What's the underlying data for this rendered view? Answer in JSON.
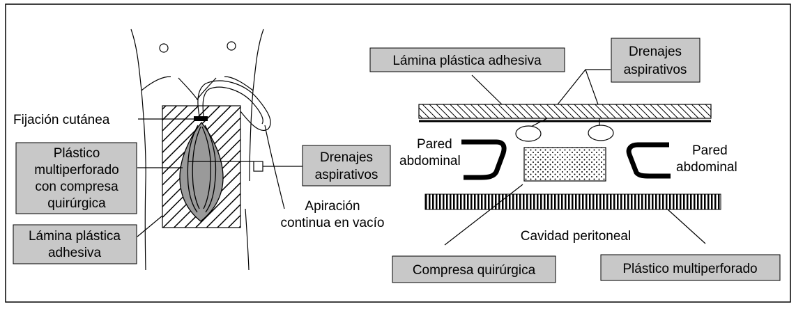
{
  "left": {
    "fijacion": "Fijación cutánea",
    "plastico_multi": [
      "Plástico",
      "multiperforado",
      "con compresa",
      "quirúrgica"
    ],
    "lamina": [
      "Lámina plástica",
      "adhesiva"
    ],
    "drenajes": [
      "Drenajes",
      "aspirativos"
    ],
    "apiracion": [
      "Apiración",
      "continua en vacío"
    ]
  },
  "right": {
    "lamina": "Lámina plástica adhesiva",
    "drenajes": [
      "Drenajes",
      "aspirativos"
    ],
    "pared_left": [
      "Pared",
      "abdominal"
    ],
    "pared_right": [
      "Pared",
      "abdominal"
    ],
    "cavidad": "Cavidad peritoneal",
    "compresa": "Compresa quirúrgica",
    "plastico_multi": "Plástico multiperforado"
  },
  "colors": {
    "label_box": "#c8c8c8",
    "wound": "#9a9a9a",
    "ink": "#000000"
  }
}
